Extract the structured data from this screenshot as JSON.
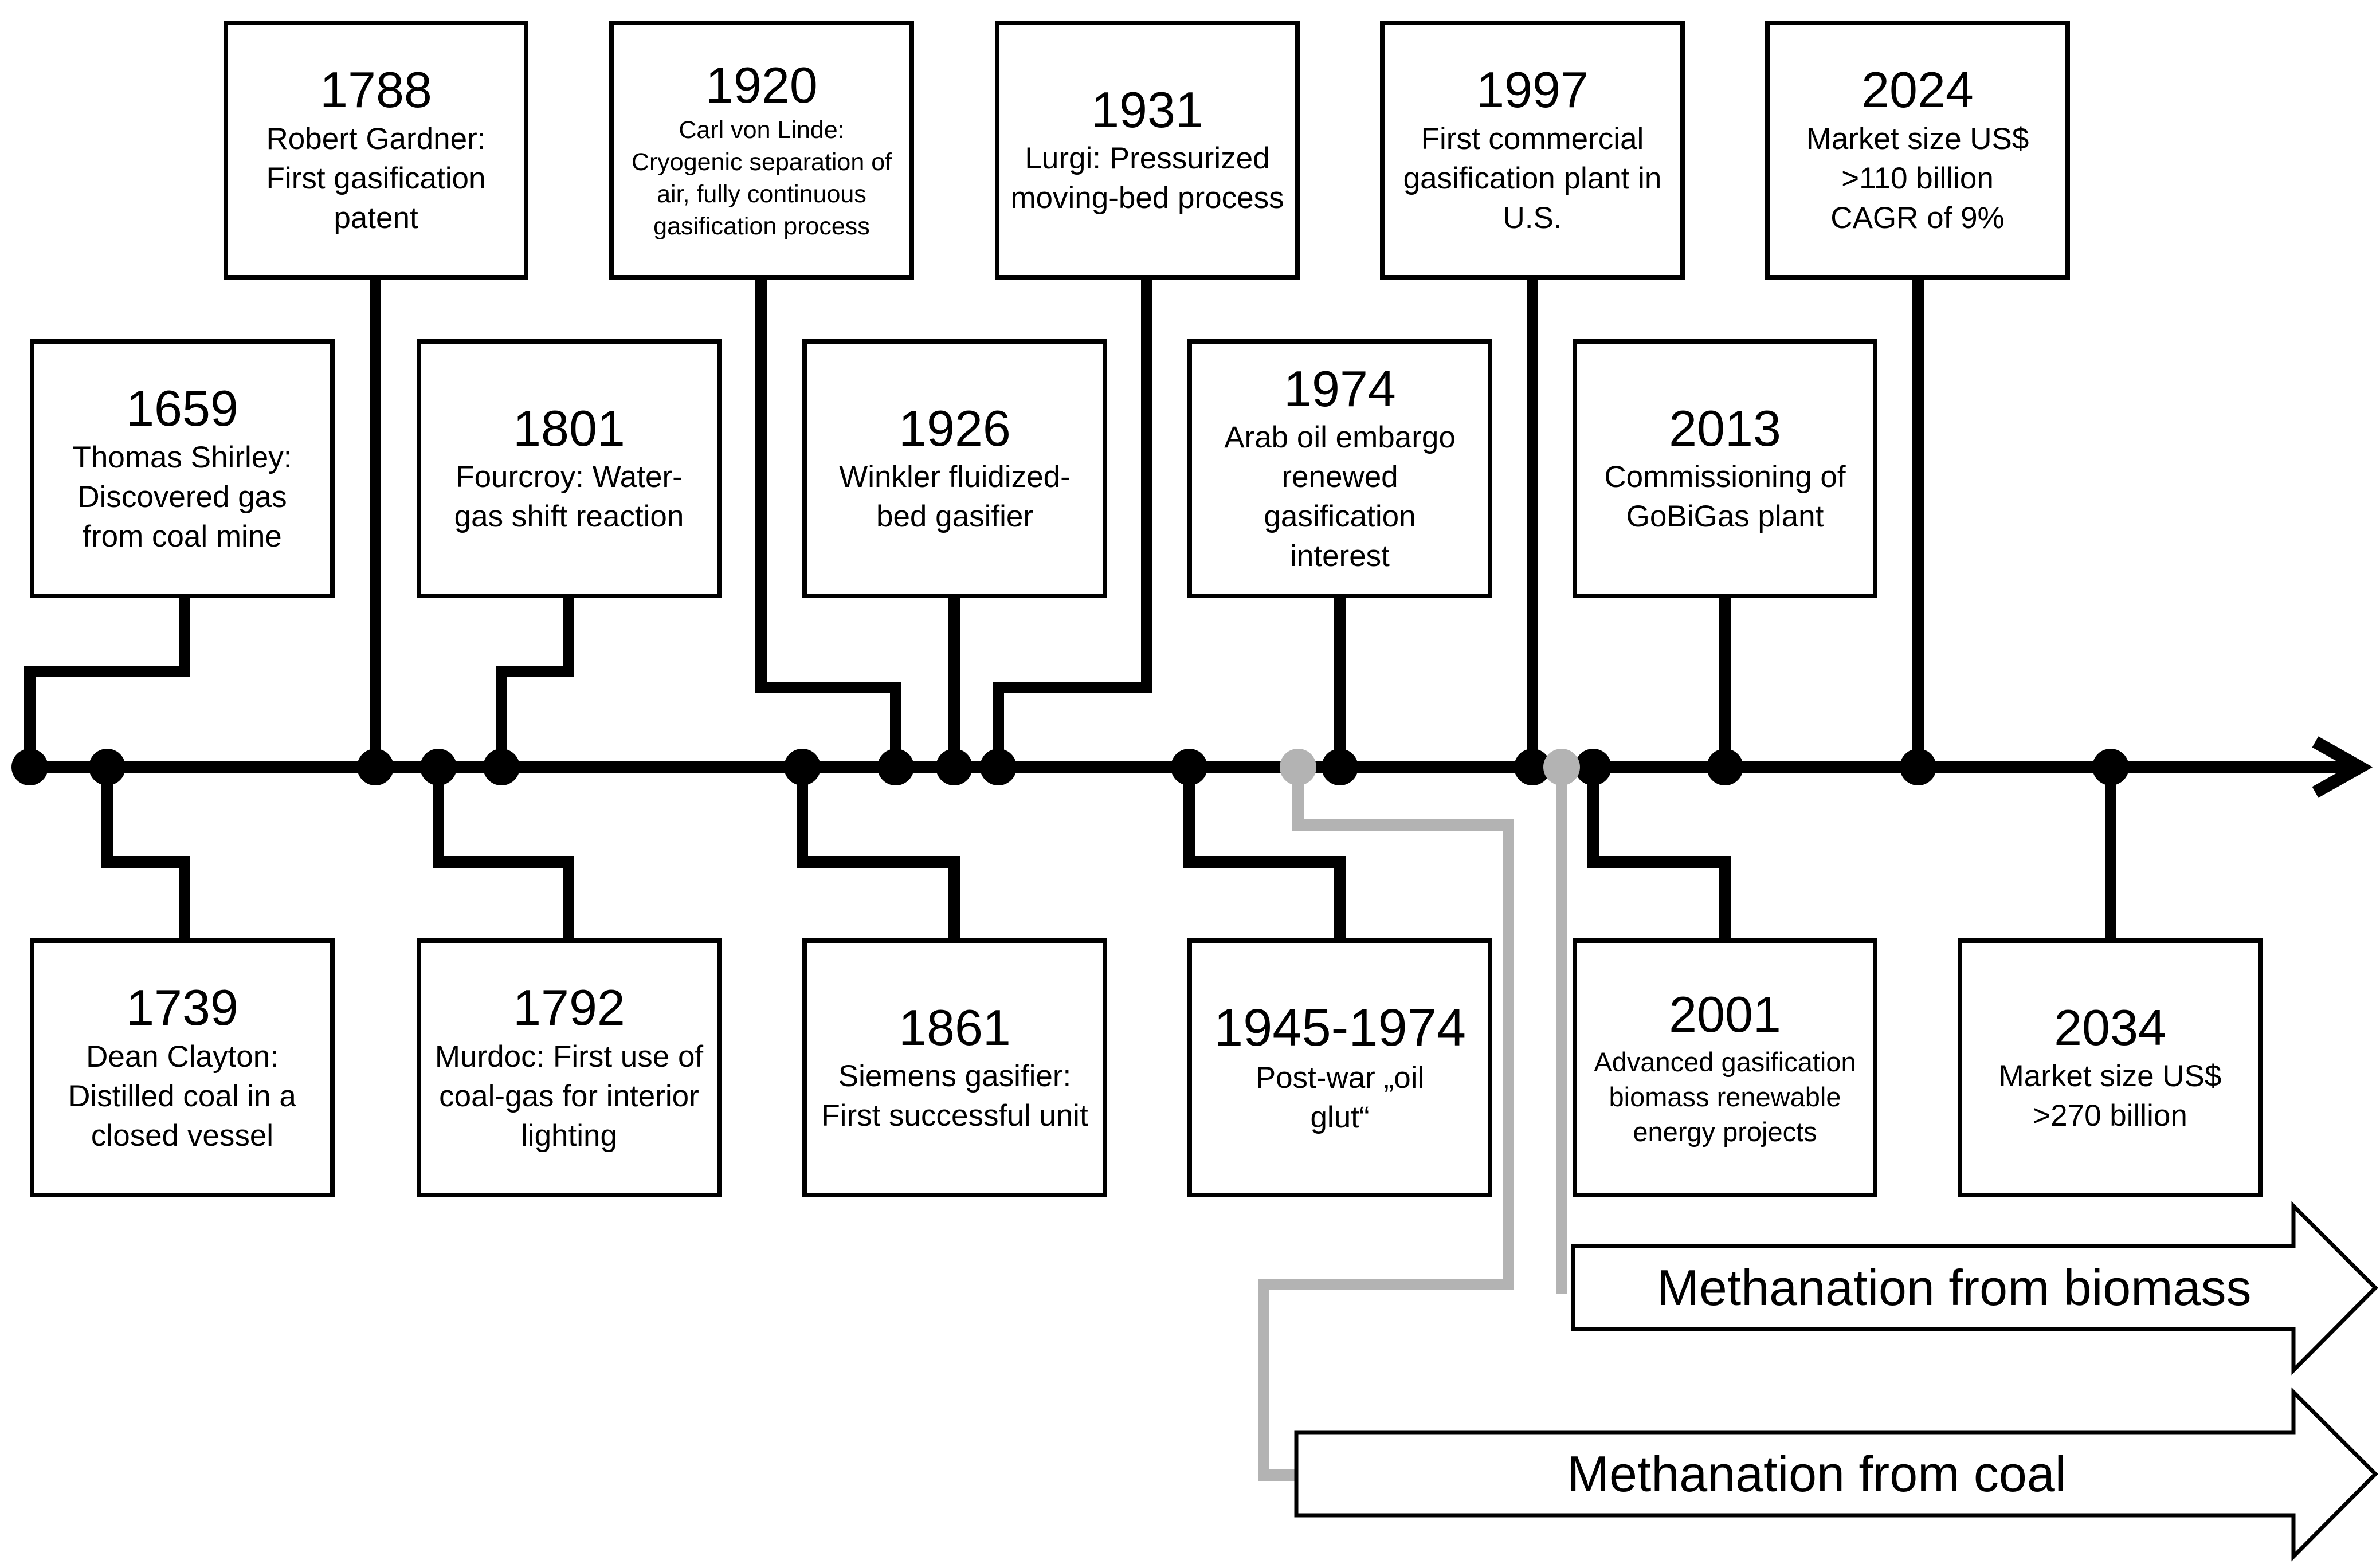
{
  "events": [
    {
      "id": "1659",
      "year": "1659",
      "desc": "Thomas Shirley: Discovered gas from coal mine"
    },
    {
      "id": "1739",
      "year": "1739",
      "desc": "Dean Clayton: Distilled coal in a closed vessel"
    },
    {
      "id": "1788",
      "year": "1788",
      "desc": "Robert Gardner: First gasification patent"
    },
    {
      "id": "1792",
      "year": "1792",
      "desc": "Murdoc: First use of coal-gas for interior lighting"
    },
    {
      "id": "1801",
      "year": "1801",
      "desc": "Fourcroy: Water-gas shift reaction"
    },
    {
      "id": "1861",
      "year": "1861",
      "desc": "Siemens gasifier: First successful unit"
    },
    {
      "id": "1920",
      "year": "1920",
      "desc": "Carl von Linde: Cryogenic separation of air, fully continuous gasification process"
    },
    {
      "id": "1926",
      "year": "1926",
      "desc": "Winkler fluidized-bed gasifier"
    },
    {
      "id": "1931",
      "year": "1931",
      "desc": "Lurgi: Pressurized moving-bed process"
    },
    {
      "id": "1945-1974",
      "year": "1945-1974",
      "desc": "Post-war „oil glut“"
    },
    {
      "id": "1974",
      "year": "1974",
      "desc": "Arab oil embargo renewed gasification interest"
    },
    {
      "id": "1997",
      "year": "1997",
      "desc": "First commercial gasification plant in U.S."
    },
    {
      "id": "2001",
      "year": "2001",
      "desc": "Advanced gasification biomass renewable energy projects"
    },
    {
      "id": "2013",
      "year": "2013",
      "desc": "Commissioning of GoBiGas plant"
    },
    {
      "id": "2024",
      "year": "2024",
      "desc": "Market size US$ >110 billion CAGR of 9%"
    },
    {
      "id": "2034",
      "year": "2034",
      "desc": "Market size US$ >270 billion"
    }
  ],
  "arrows": {
    "biomass": "Methanation from biomass",
    "coal": "Methanation from coal"
  },
  "colors": {
    "line": "#000000",
    "methanation_connector": "#b3b3b3"
  }
}
